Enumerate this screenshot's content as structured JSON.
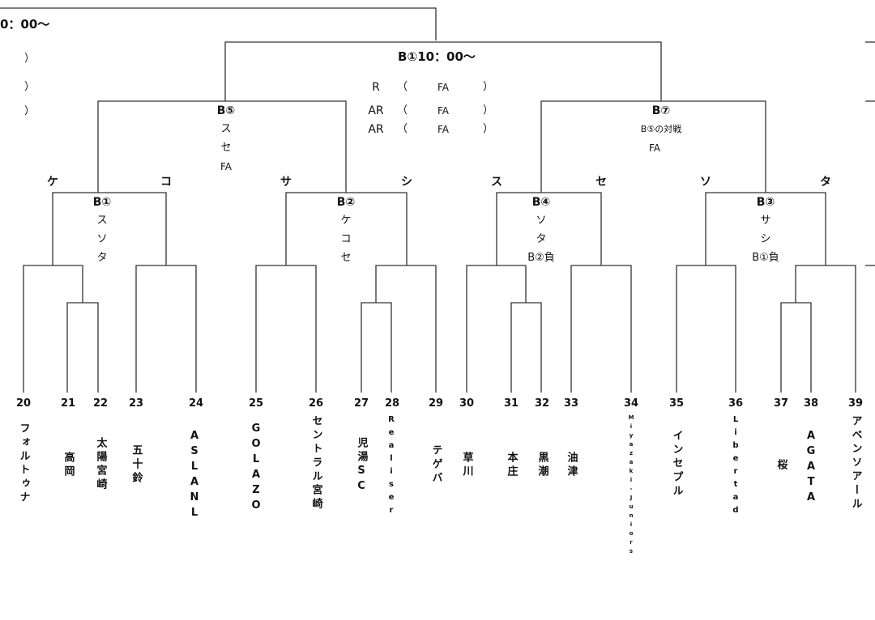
{
  "header": {
    "left_time": "0：00〜",
    "left_paren_1": "）",
    "left_paren_2": "）",
    "left_paren_3": "）"
  },
  "final": {
    "title": "B①10：00〜",
    "refs": [
      {
        "role": "R",
        "open": "（",
        "name": "FA",
        "close": "）"
      },
      {
        "role": "AR",
        "open": "（",
        "name": "FA",
        "close": "）"
      },
      {
        "role": "AR",
        "open": "（",
        "name": "FA",
        "close": "）"
      }
    ]
  },
  "semis": {
    "left": {
      "label": "B⑤",
      "line1": "ス",
      "line2": "セ",
      "line3": "FA"
    },
    "right": {
      "label": "B⑦",
      "line1": "B⑤の対戦",
      "line2": "FA"
    }
  },
  "quarters": [
    {
      "label": "B①",
      "lines": [
        "ス",
        "ソ",
        "タ"
      ],
      "left_letter": "ケ",
      "right_letter": "コ"
    },
    {
      "label": "B②",
      "lines": [
        "ケ",
        "コ",
        "セ"
      ],
      "left_letter": "サ",
      "right_letter": "シ"
    },
    {
      "label": "B④",
      "lines": [
        "ソ",
        "タ",
        "B②負"
      ],
      "left_letter": "ス",
      "right_letter": "セ"
    },
    {
      "label": "B③",
      "lines": [
        "サ",
        "シ",
        "B①負"
      ],
      "left_letter": "ソ",
      "right_letter": "タ"
    }
  ],
  "teams": [
    {
      "num": "20",
      "name": "フォルトゥナ"
    },
    {
      "num": "21",
      "name": "高岡"
    },
    {
      "num": "22",
      "name": "太陽宮崎"
    },
    {
      "num": "23",
      "name": "五十鈴"
    },
    {
      "num": "24",
      "name": "ASLANL"
    },
    {
      "num": "25",
      "name": "GOLAZO"
    },
    {
      "num": "26",
      "name": "セントラル宮崎"
    },
    {
      "num": "27",
      "name": "児湯SC"
    },
    {
      "num": "28",
      "name": "Realiser"
    },
    {
      "num": "29",
      "name": "テゲバ"
    },
    {
      "num": "30",
      "name": "草川"
    },
    {
      "num": "31",
      "name": "本庄"
    },
    {
      "num": "32",
      "name": "黒潮"
    },
    {
      "num": "33",
      "name": "油津"
    },
    {
      "num": "34",
      "name": "Miyazaki-Juniors"
    },
    {
      "num": "35",
      "name": "インセプル"
    },
    {
      "num": "36",
      "name": "Libertad"
    },
    {
      "num": "37",
      "name": "桜"
    },
    {
      "num": "38",
      "name": "AGATA"
    },
    {
      "num": "39",
      "name": "アベンソアール"
    }
  ]
}
